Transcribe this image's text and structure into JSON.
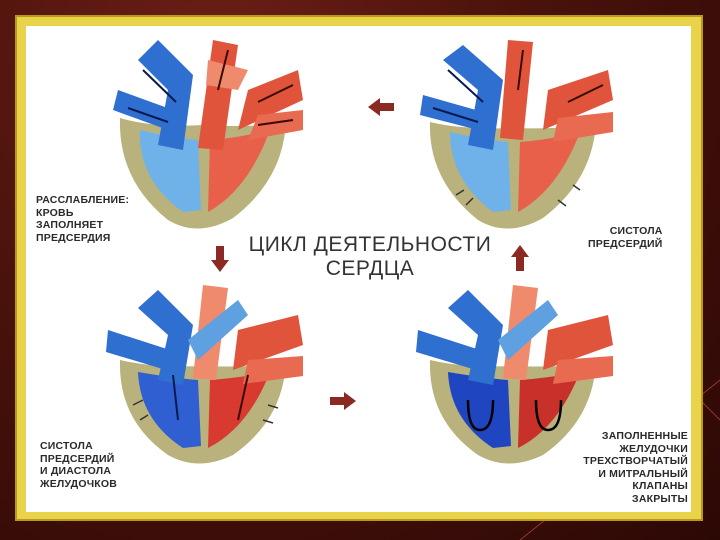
{
  "title_line1": "ЦИКЛ ДЕЯТЕЛЬНОСТИ",
  "title_line2": "СЕРДЦА",
  "labels": {
    "top_left": "РАССЛАБЛЕНИЕ:\nКРОВЬ\nЗАПОЛНЯЕТ\nПРЕДСЕРДИЯ",
    "top_right": "СИСТОЛА\nПРЕДСЕРДИЙ",
    "bottom_left": "СИСТОЛА\nПРЕДСЕРДИЙ\nИ ДИАСТОЛА\nЖЕЛУДОЧКОВ",
    "bottom_right": "ЗАПОЛНЕННЫЕ\nЖЕЛУДОЧКИ\nТРЕХСТВОРЧАТЫЙ\nИ МИТРАЛЬНЫЙ\nКЛАПАНЫ\nЗАКРЫТЫ"
  },
  "colors": {
    "frame": "#e8d34a",
    "background": "#4a120c",
    "arrow": "#8b2a22",
    "venous_blue": "#2f6fd0",
    "arterial_red": "#e04a34",
    "muscle": "#b7b07a"
  }
}
